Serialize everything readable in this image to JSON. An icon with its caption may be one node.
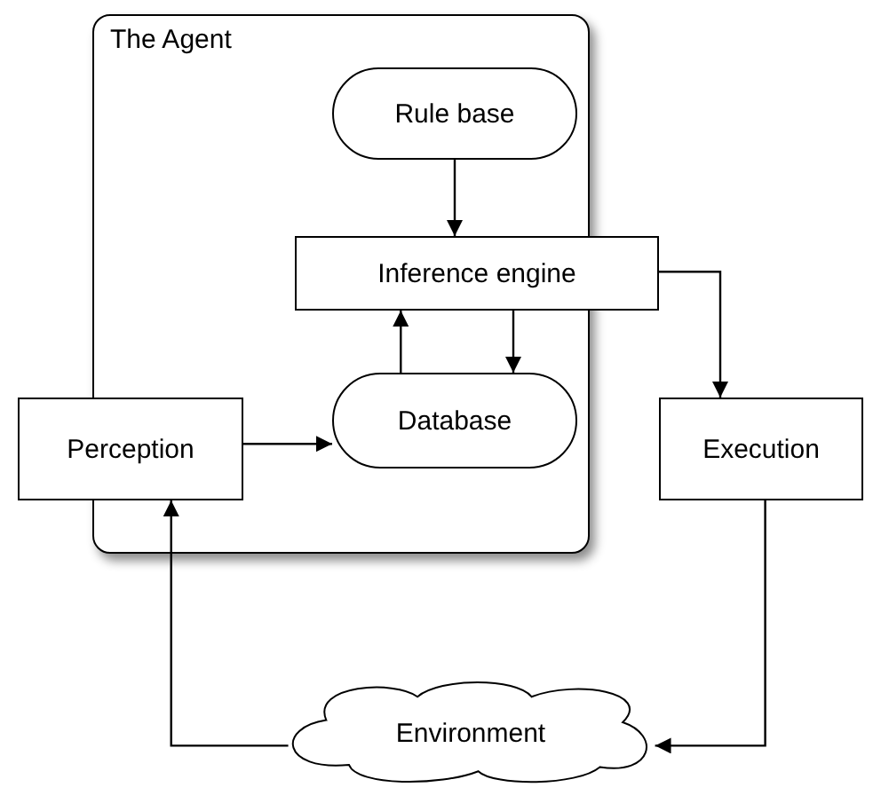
{
  "diagram": {
    "nodes": [
      {
        "text": [
          "The Agent"
        ]
      },
      {
        "text": [
          "Rule base"
        ],
        "in": 0
      },
      {
        "text": [
          "Inference engine"
        ]
      },
      {
        "text": [
          "Perception"
        ]
      },
      {
        "text": [
          "Database"
        ],
        "in": 0
      },
      {
        "text": [
          "Execution"
        ]
      },
      {
        "text": [
          "Environment"
        ]
      }
    ],
    "edges": [
      {
        "from": 1,
        "to": 2,
        "arrow": "to"
      },
      {
        "from": 2,
        "to": 5,
        "arrow": "to"
      },
      {
        "from": 2,
        "to": 4,
        "arrow": "to"
      },
      {
        "from": 4,
        "to": 2,
        "arrow": "to"
      },
      {
        "from": 3,
        "to": 4,
        "arrow": "to"
      },
      {
        "from": 5,
        "to": 6,
        "arrow": "to"
      },
      {
        "from": 6,
        "to": 3,
        "arrow": "to"
      }
    ]
  }
}
